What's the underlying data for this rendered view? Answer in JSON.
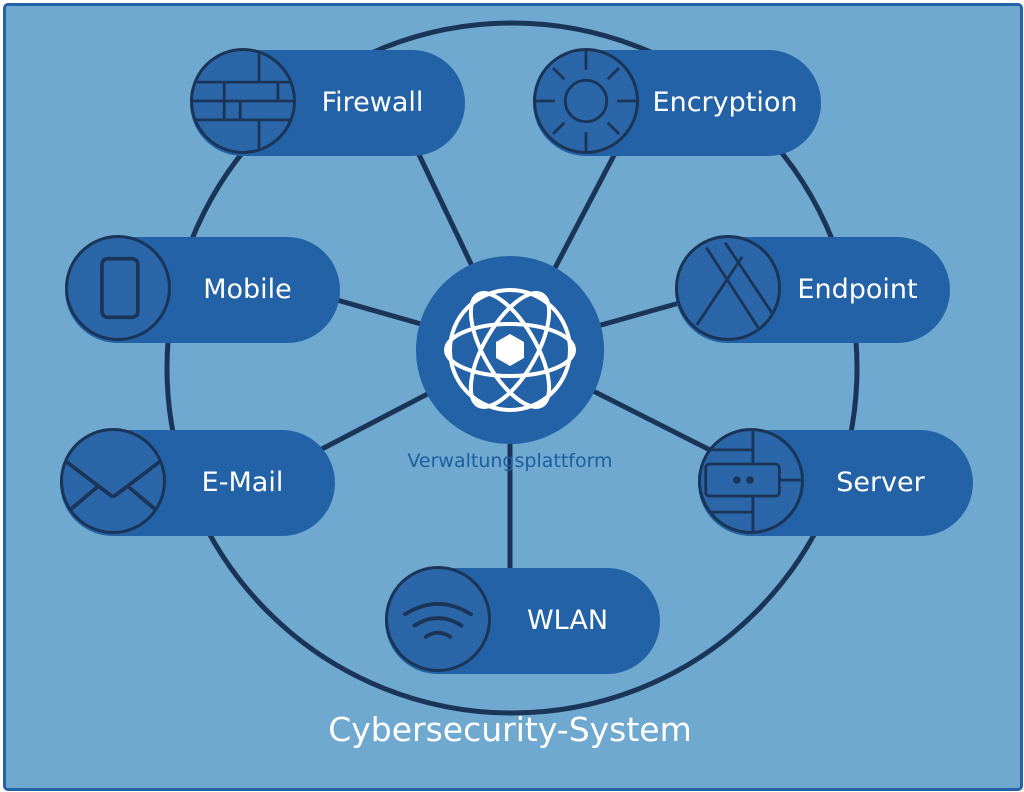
{
  "diagram": {
    "center": {
      "label": "Verwaltungsplattform",
      "icon": "atom-hexagon-icon"
    },
    "footer": "Cybersecurity-System",
    "nodes": {
      "firewall": {
        "label": "Firewall",
        "icon": "brick-wall-icon"
      },
      "encryption": {
        "label": "Encryption",
        "icon": "dial-lock-icon"
      },
      "mobile": {
        "label": "Mobile",
        "icon": "smartphone-icon"
      },
      "endpoint": {
        "label": "Endpoint",
        "icon": "endpoint-icon"
      },
      "email": {
        "label": "E-Mail",
        "icon": "envelope-icon"
      },
      "server": {
        "label": "Server",
        "icon": "server-icon"
      },
      "wlan": {
        "label": "WLAN",
        "icon": "wifi-icon"
      }
    }
  },
  "colors": {
    "background": "#6fa9cf",
    "node": "#2362a6",
    "line": "#1b3558",
    "label_text": "#ffffff",
    "center_label": "#1f5da0"
  }
}
